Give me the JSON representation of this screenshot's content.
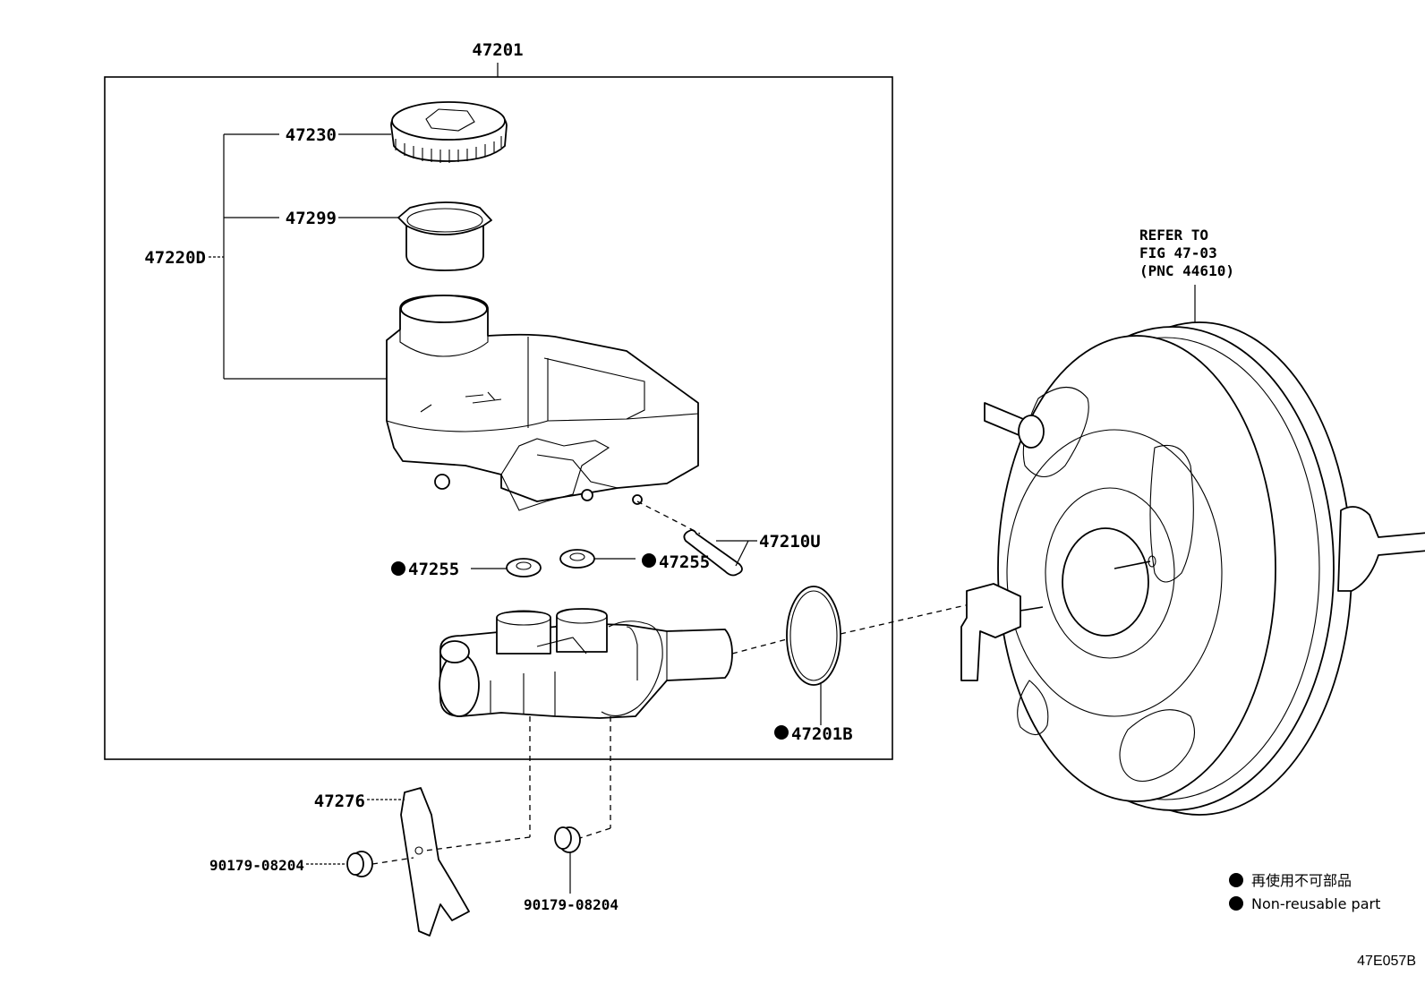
{
  "labels": {
    "assembly": "47201",
    "cap": "47230",
    "strainer": "47299",
    "reservoir_group": "47220D",
    "pin": "47210U",
    "grommet_left": "47255",
    "grommet_right": "47255",
    "oring": "47201B",
    "bracket": "47276",
    "nut_left": "90179-08204",
    "nut_bottom": "90179-08204",
    "refer_line1": "REFER TO",
    "refer_line2": "FIG 47-03",
    "refer_line3": "(PNC 44610)"
  },
  "legend": {
    "item_jp": "再使用不可部品",
    "item_en": "Non-reusable part"
  },
  "figure_code": "47E057B"
}
